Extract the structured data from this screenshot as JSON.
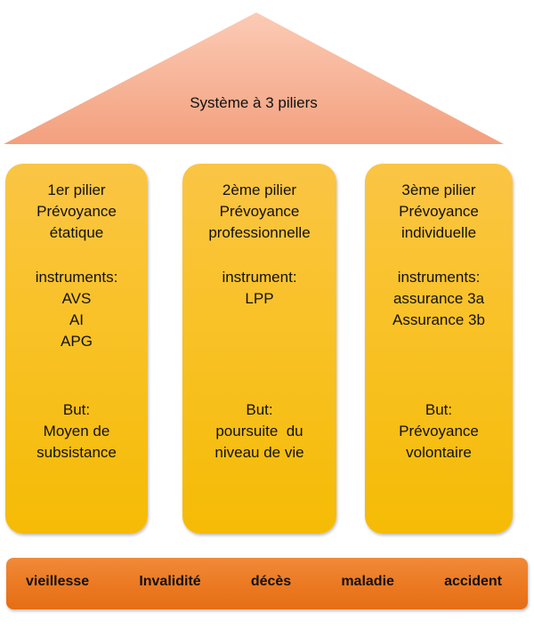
{
  "roof": {
    "title": "Système à 3 piliers"
  },
  "pillars": [
    {
      "heading": [
        "1er pilier",
        "Prévoyance",
        "étatique"
      ],
      "instruments": [
        "instruments:",
        "AVS",
        "AI",
        "APG"
      ],
      "goal": [
        "But:",
        "Moyen de",
        "subsistance"
      ]
    },
    {
      "heading": [
        "2ème pilier",
        "Prévoyance",
        "professionnelle"
      ],
      "instruments": [
        "instrument:",
        "LPP"
      ],
      "goal": [
        "But:",
        "poursuite  du",
        "niveau de vie"
      ]
    },
    {
      "heading": [
        "3ème pilier",
        "Prévoyance",
        "individuelle"
      ],
      "instruments": [
        "instruments:",
        "assurance 3a",
        "Assurance 3b"
      ],
      "goal": [
        "But:",
        "Prévoyance",
        "volontaire"
      ]
    }
  ],
  "base": {
    "risks": [
      "vieillesse",
      "Invalidité",
      "décès",
      "maladie",
      "accident"
    ]
  },
  "colors": {
    "roof": "#f5a88a",
    "pillar": "#f8c01c",
    "base": "#ec7a22"
  }
}
